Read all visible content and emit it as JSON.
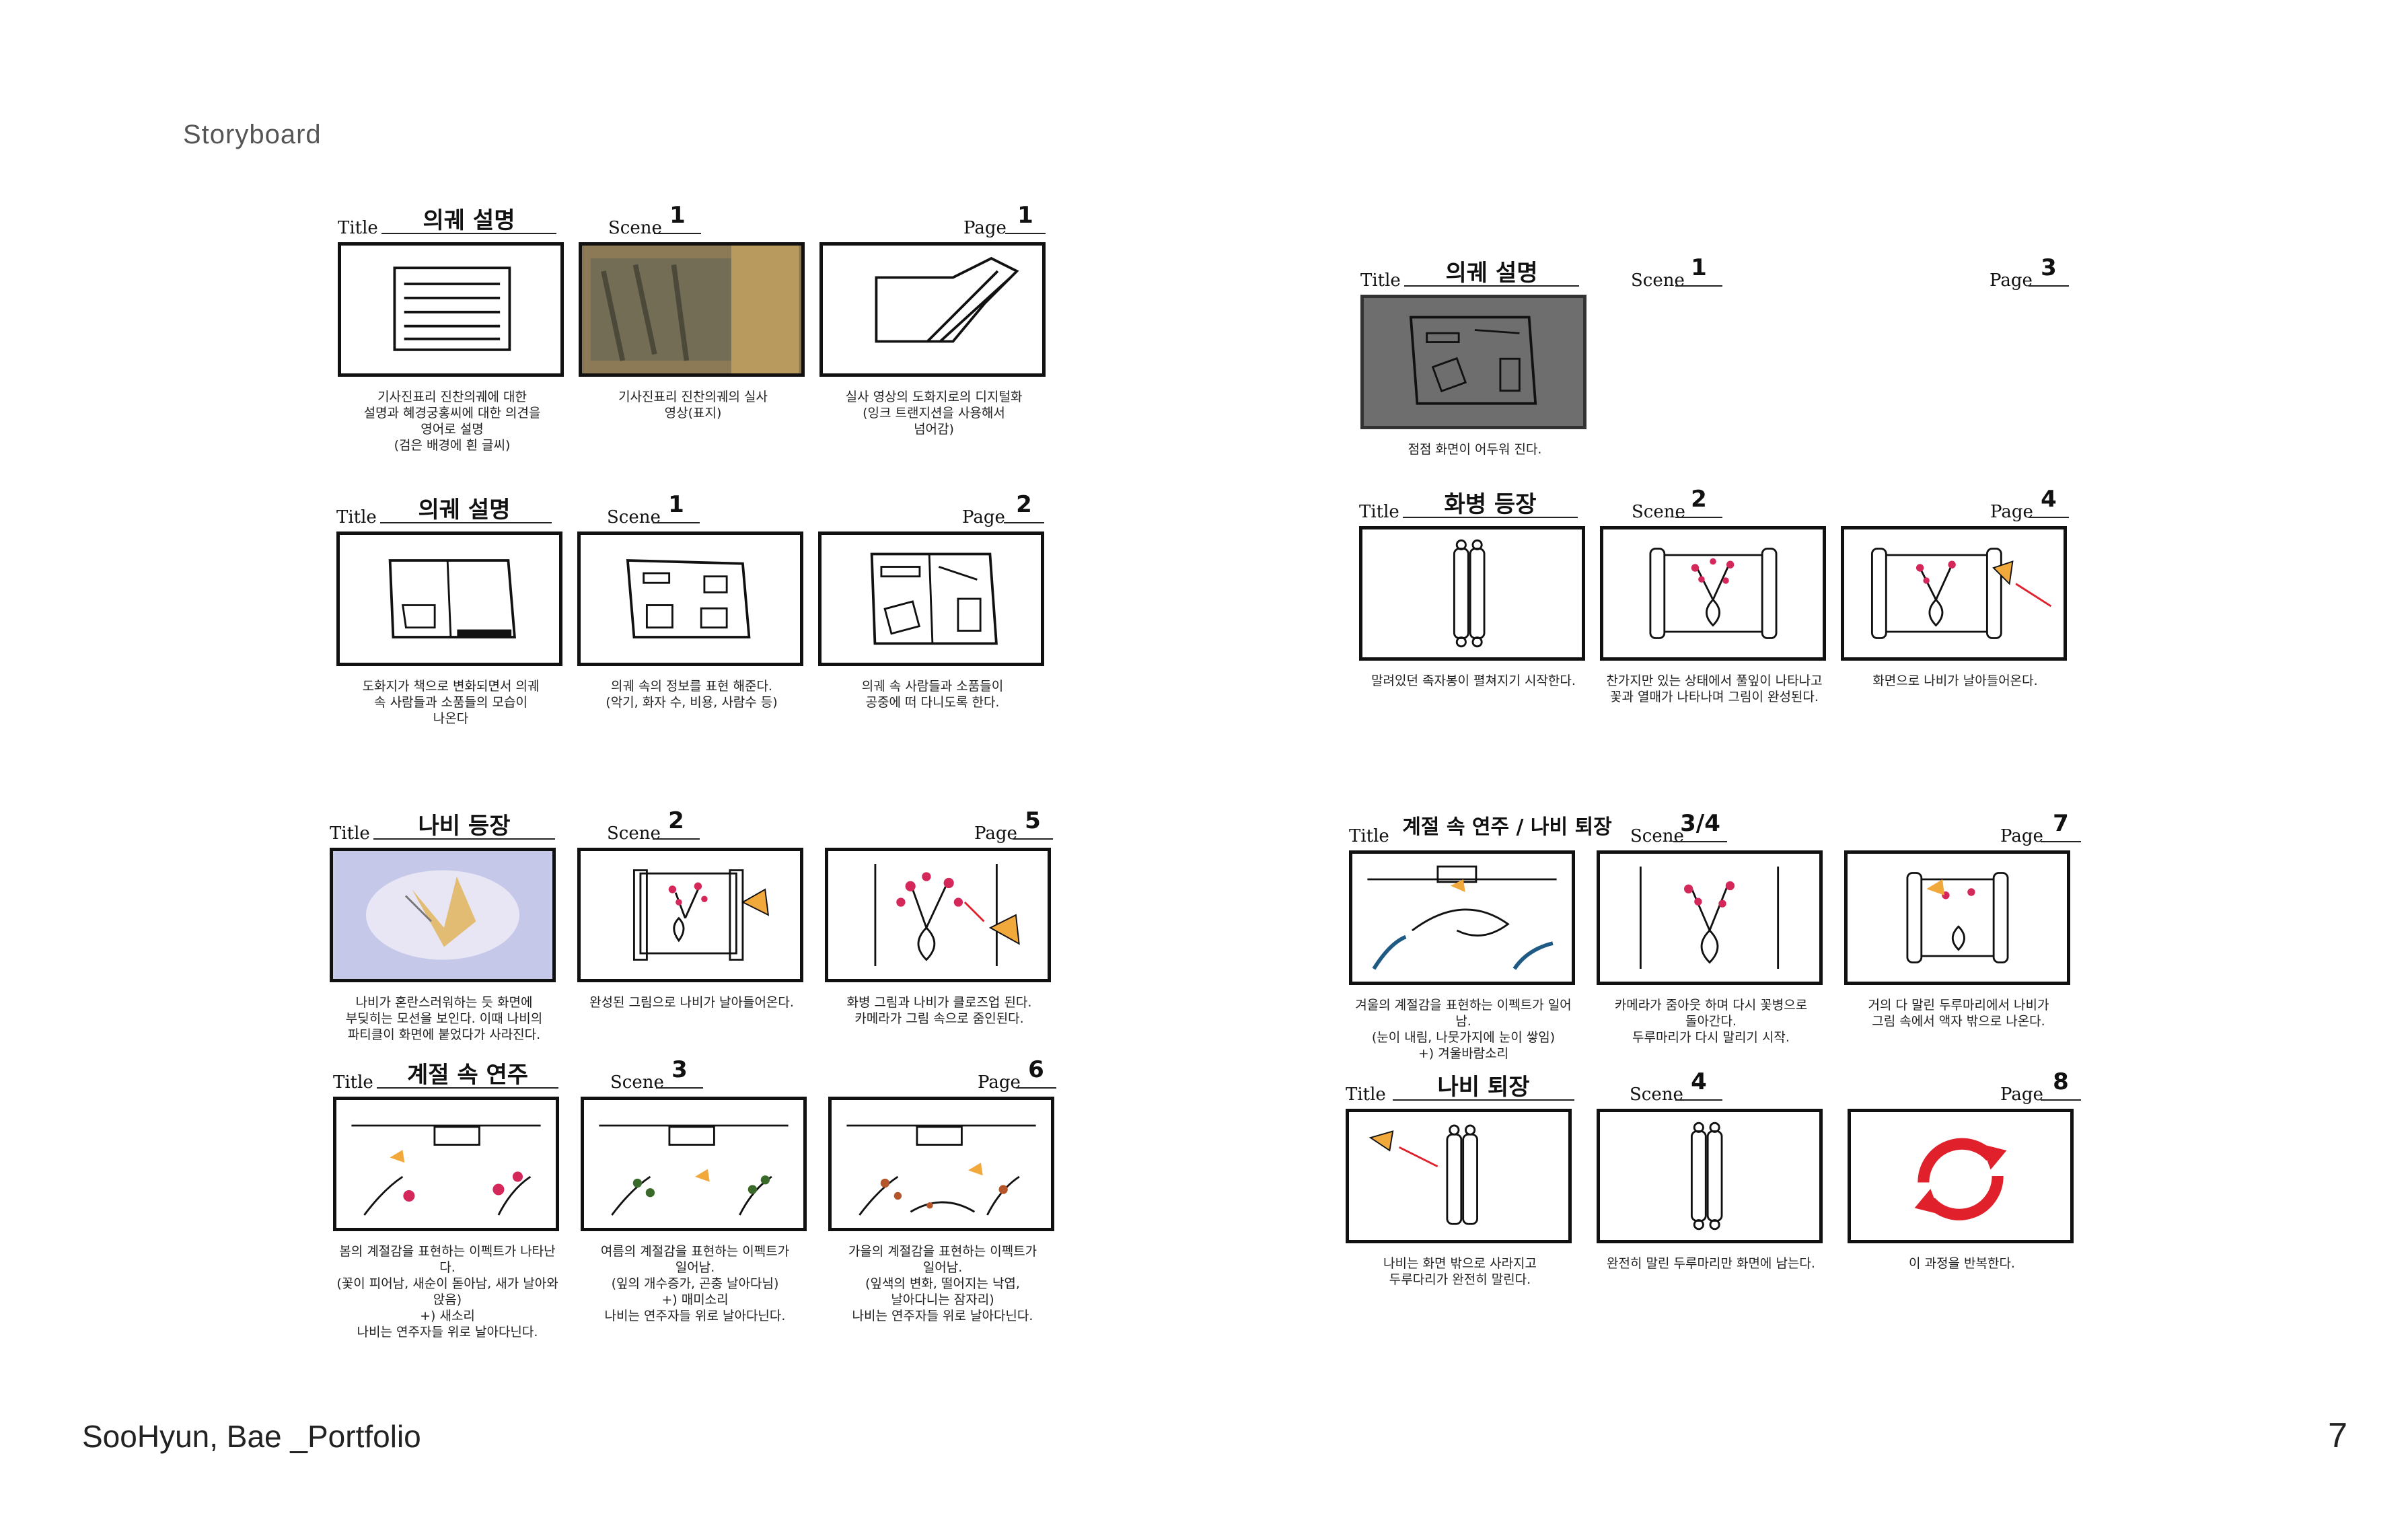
{
  "section_label": "Storyboard",
  "footer": {
    "author": "SooHyun, Bae _Portfolio",
    "page_number": "7"
  },
  "labels": {
    "title": "Title",
    "scene": "Scene",
    "page": "Page"
  },
  "sheets": [
    {
      "title": "의궤 설명",
      "scene": "1",
      "page": "1",
      "captions": [
        "기사진표리 진찬의궤에 대한\n설명과 혜경궁홍씨에 대한 의견을\n영어로 설명\n(검은 배경에 흰 글씨)",
        "기사진표리 진찬의궤의 실사\n영상(표지)",
        "실사 영상의 도화지로의 디지털화\n(잉크 트랜지션을 사용해서\n넘어감)"
      ]
    },
    {
      "title": "의궤 설명",
      "scene": "1",
      "page": "2",
      "captions": [
        "도화지가 책으로 변화되면서 의궤\n속 사람들과 소품들의 모습이\n나온다",
        "의궤 속의 정보를 표현 해준다.\n(악기, 화자 수, 비용, 사람수 등)",
        "의궤 속 사람들과 소품들이\n공중에 떠 다니도록 한다."
      ]
    },
    {
      "title": "나비 등장",
      "scene": "2",
      "page": "5",
      "captions": [
        "나비가 혼란스러워하는 듯 화면에\n부딪히는 모션을 보인다. 이때 나비의\n파티클이 화면에 붙었다가 사라진다.",
        "완성된 그림으로 나비가 날아들어온다.",
        "화병 그림과 나비가 클로즈업 된다.\n카메라가 그림 속으로 줌인된다."
      ]
    },
    {
      "title": "계절 속 연주",
      "scene": "3",
      "page": "6",
      "captions": [
        "봄의 계절감을 표현하는 이펙트가 나타난다.\n(꽃이 피어남, 새순이 돋아남, 새가 날아와 앉음)\n+) 새소리\n나비는 연주자들 위로 날아다닌다.",
        "여름의 계절감을 표현하는 이펙트가\n일어남.\n(잎의 개수증가, 곤충 날아다님)\n+) 매미소리\n나비는 연주자들 위로 날아다닌다.",
        "가을의 계절감을 표현하는 이펙트가\n일어남.\n(잎색의 변화, 떨어지는 낙엽,\n날아다니는 잠자리)\n나비는 연주자들 위로 날아다닌다."
      ]
    },
    {
      "title": "의궤 설명",
      "scene": "1",
      "page": "3",
      "captions": [
        "점점 화면이 어두워 진다."
      ]
    },
    {
      "title": "화병 등장",
      "scene": "2",
      "page": "4",
      "captions": [
        "말려있던 족자봉이 펼쳐지기 시작한다.",
        "찬가지만 있는 상태에서 풀잎이 나타나고\n꽃과 열매가 나타나며 그림이 완성된다.",
        "화면으로 나비가 날아들어온다."
      ]
    },
    {
      "title": "계절 속 연주 / 나비 퇴장",
      "scene": "3/4",
      "page": "7",
      "captions": [
        "겨울의 계절감을 표현하는 이펙트가 일어남.\n(눈이 내림, 나뭇가지에 눈이 쌓임)\n+) 겨울바람소리",
        "카메라가 줌아웃 하며 다시 꽃병으로\n돌아간다.\n두루마리가 다시 말리기 시작.",
        "거의 다 말린 두루마리에서 나비가\n그림 속에서 액자 밖으로 나온다."
      ]
    },
    {
      "title": "나비 퇴장",
      "scene": "4",
      "page": "8",
      "captions": [
        "나비는 화면 밖으로 사라지고\n두루다리가 완전히 말린다.",
        "완전히 말린 두루마리만 화면에 남는다.",
        "이 과정을 반복한다."
      ]
    }
  ],
  "colors": {
    "accent_red": "#e0202a",
    "butterfly": "#f0a93a",
    "blossom": "#d4285a",
    "dark_frame": "#6e6e6e"
  }
}
